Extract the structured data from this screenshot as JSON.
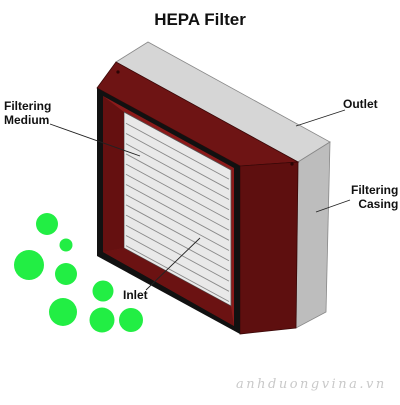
{
  "title": "HEPA Filter",
  "labels": {
    "filtering_medium": [
      "Filtering",
      "Medium"
    ],
    "outlet": "Outlet",
    "filtering_casing": [
      "Filtering",
      "Casing"
    ],
    "inlet": "Inlet"
  },
  "watermark": "anhduongvina.vn",
  "colors": {
    "casing_front": "#8b1a1a",
    "casing_dark": "#5e0f0f",
    "casing_top": "#6e1414",
    "frame_border": "#111111",
    "housing_side": "#bdbdbd",
    "housing_top": "#d6d6d6",
    "medium": "#e9e9e9",
    "pleat_line": "#8a8a8a",
    "particles": "#22ee44"
  },
  "icons": {
    "particles": "particle-circle-icon"
  }
}
